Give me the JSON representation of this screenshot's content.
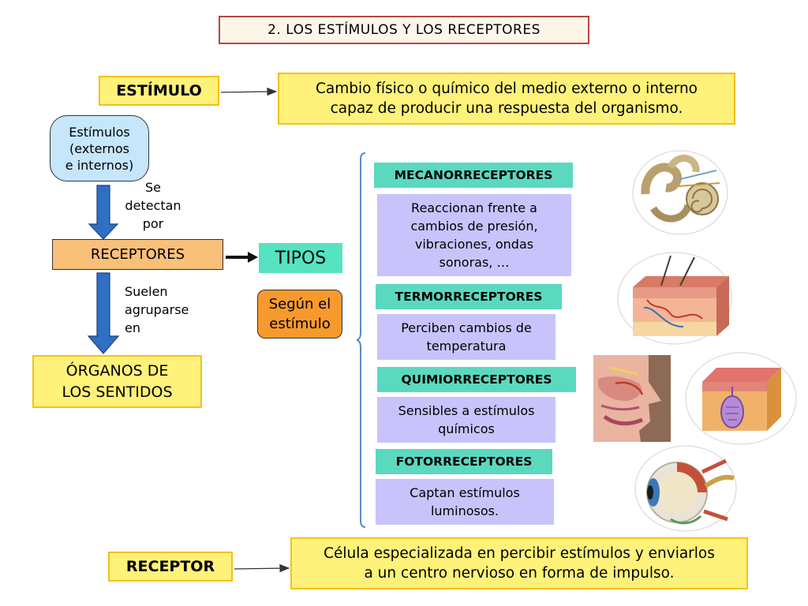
{
  "title": "2. LOS ESTÍMULOS Y LOS RECEPTORES",
  "estimulo": {
    "label": "ESTÍMULO",
    "definition_line1": "Cambio físico o químico del medio externo o interno",
    "definition_line2": "capaz de producir una respuesta del organismo."
  },
  "flow": {
    "stimuli_line1": "Estímulos",
    "stimuli_line2": "(externos",
    "stimuli_line3": "e internos)",
    "detect_line1": "Se",
    "detect_line2": "detectan",
    "detect_line3": "por",
    "receptores": "RECEPTORES",
    "group_line1": "Suelen",
    "group_line2": "agruparse",
    "group_line3": "en",
    "organos_line1": "ÓRGANOS DE",
    "organos_line2": "LOS SENTIDOS"
  },
  "tipos": {
    "label": "TIPOS",
    "criterion_line1": "Según el",
    "criterion_line2": "estímulo"
  },
  "receptor_types": [
    {
      "name": "MECANORRECEPTORES",
      "lines": [
        "Reaccionan frente a",
        "cambios de presión,",
        "vibraciones, ondas",
        "sonoras, …"
      ],
      "icon": "inner-ear-icon"
    },
    {
      "name": "TERMORRECEPTORES",
      "lines": [
        "Perciben cambios de",
        "temperatura"
      ],
      "icon": "skin-section-icon"
    },
    {
      "name": "QUIMIORRECEPTORES",
      "lines": [
        "Sensibles a estímulos",
        "químicos"
      ],
      "icon": "nose-and-taste-bud-icon"
    },
    {
      "name": "FOTORRECEPTORES",
      "lines": [
        "Captan estímulos",
        "luminosos."
      ],
      "icon": "eye-section-icon"
    }
  ],
  "receptor": {
    "label": "RECEPTOR",
    "definition_line1": "Célula especializada en percibir estímulos y enviarlos",
    "definition_line2": "a un centro nervioso en forma de impulso."
  },
  "colors": {
    "yellow_fill": "#fff27a",
    "yellow_border": "#f2c01c",
    "orange_fill": "#f9c07a",
    "teal_fill": "#5bd9bf",
    "lilac_fill": "#c8c3fb",
    "arrow_blue": "#2f6fc4",
    "title_border": "#b4473f"
  }
}
